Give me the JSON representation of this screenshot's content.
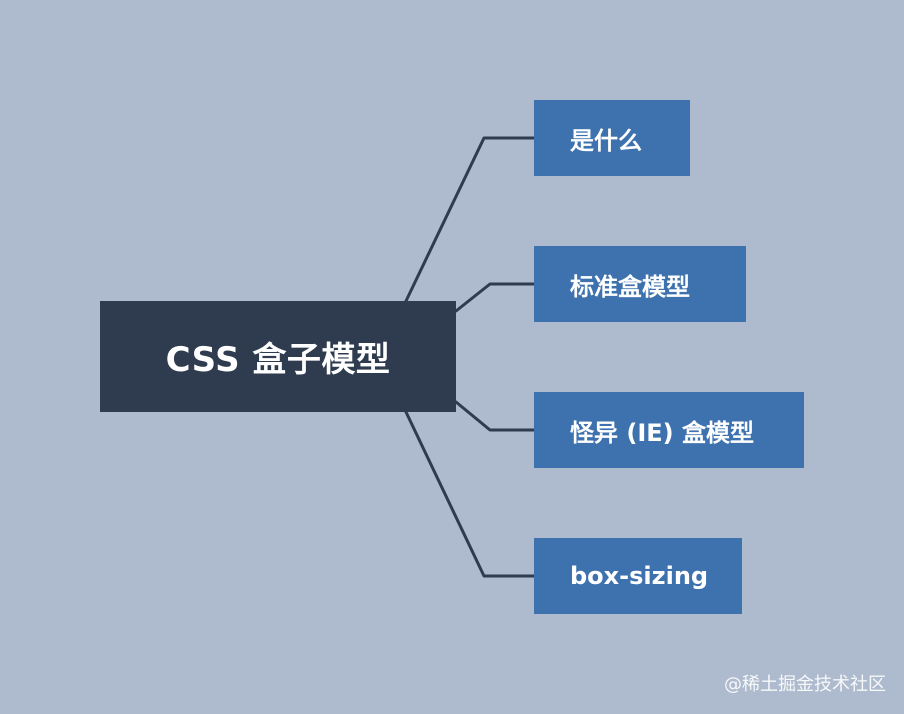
{
  "mindmap": {
    "root": {
      "label": "CSS 盒子模型"
    },
    "children": [
      {
        "label": "是什么"
      },
      {
        "label": "标准盒模型"
      },
      {
        "label": "怪异 (IE) 盒模型"
      },
      {
        "label": "box-sizing"
      }
    ]
  },
  "watermark": {
    "text": "@稀土掘金技术社区"
  },
  "colors": {
    "background": "#aebbce",
    "root_fill": "#2f3b4e",
    "child_fill": "#3e72ae",
    "connector": "#2f3b4e",
    "text": "#ffffff"
  }
}
